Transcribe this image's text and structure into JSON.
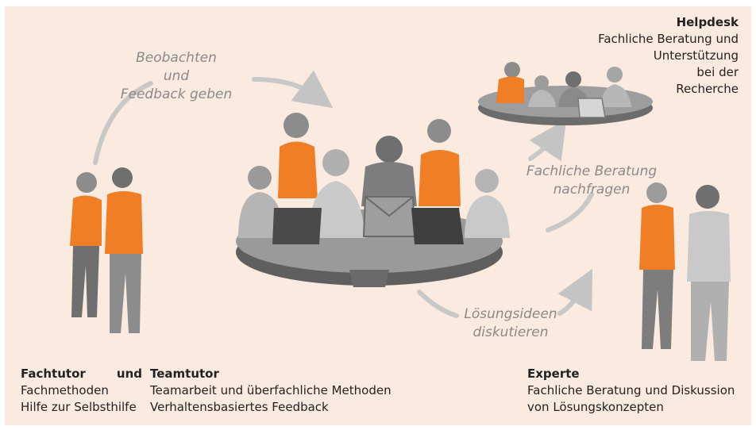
{
  "flows": {
    "observe": [
      "Beobachten",
      "und",
      "Feedback geben"
    ],
    "consult": [
      "Fachliche Beratung",
      "nachfragen"
    ],
    "discuss": [
      "Lösungsideen",
      "diskutieren"
    ]
  },
  "helpdesk": {
    "title": "Helpdesk",
    "lines": [
      "Fachliche Beratung und",
      "Unterstützung",
      "bei der",
      "Recherche"
    ]
  },
  "fachtutor": {
    "title": "Fachtutor",
    "join": "und",
    "lines": [
      "Fachmethoden",
      "Hilfe zur Selbsthilfe"
    ]
  },
  "teamtutor": {
    "title": "Teamtutor",
    "lines": [
      "Teamarbeit und überfachliche Methoden",
      "Verhaltensbasiertes Feedback"
    ]
  },
  "experte": {
    "title": "Experte",
    "lines": [
      "Fachliche Beratung und Diskussion",
      "von Lösungskonzepten"
    ]
  },
  "colors": {
    "background": "#fbeadf",
    "accent_orange": "#f07e26",
    "figure_gray": "#8c8c8c",
    "table_gray": "#6f6f6f",
    "arrow_gray": "#c4c4c4"
  }
}
